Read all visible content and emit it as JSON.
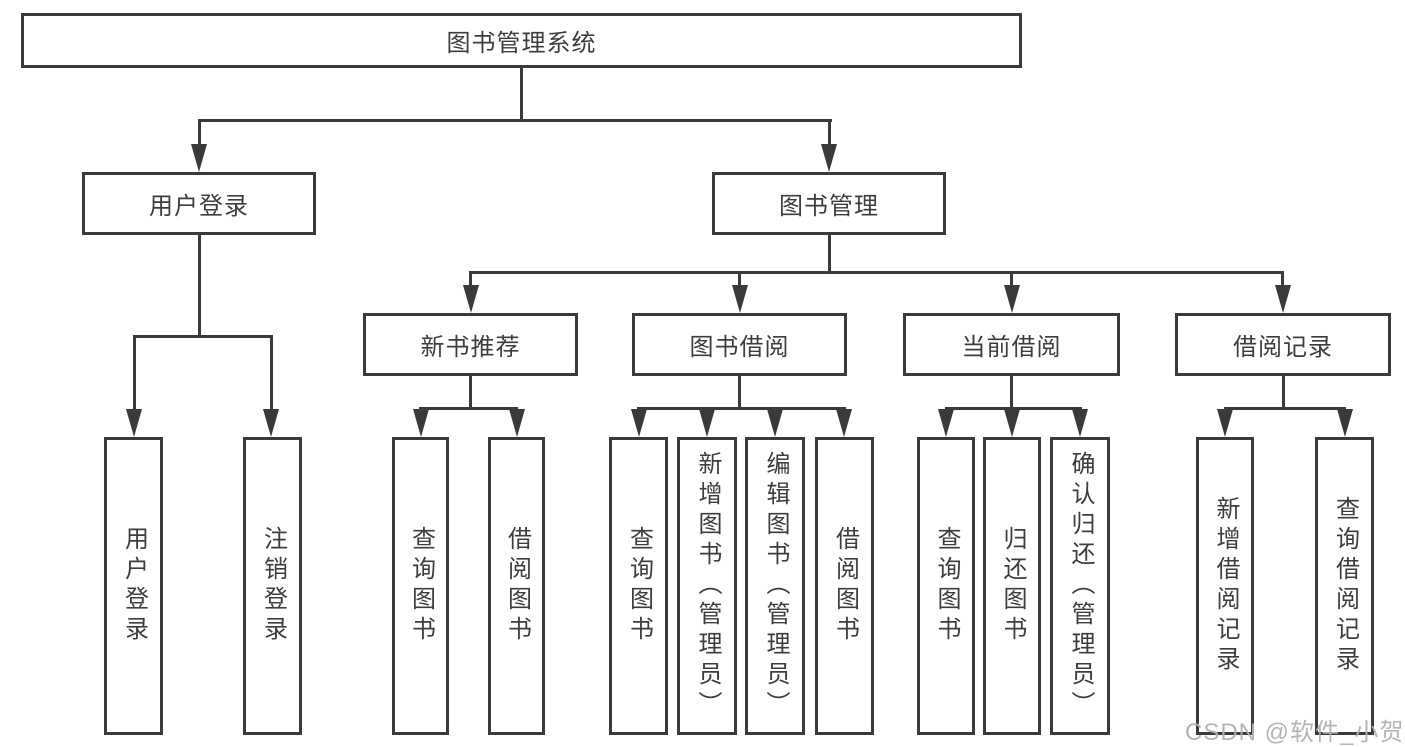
{
  "tree": {
    "label": "图书管理系统",
    "children": [
      {
        "label": "用户登录",
        "children": [
          {
            "label": "用户登录"
          },
          {
            "label": "注销登录"
          }
        ]
      },
      {
        "label": "图书管理",
        "children": [
          {
            "label": "新书推荐",
            "children": [
              {
                "label": "查询图书"
              },
              {
                "label": "借阅图书"
              }
            ]
          },
          {
            "label": "图书借阅",
            "children": [
              {
                "label": "查询图书"
              },
              {
                "label": "新增图书（管理员）"
              },
              {
                "label": "编辑图书（管理员）"
              },
              {
                "label": "借阅图书"
              }
            ]
          },
          {
            "label": "当前借阅",
            "children": [
              {
                "label": "查询图书"
              },
              {
                "label": "归还图书"
              },
              {
                "label": "确认归还（管理员）"
              }
            ]
          },
          {
            "label": "借阅记录",
            "children": [
              {
                "label": "新增借阅记录"
              },
              {
                "label": "查询借阅记录"
              }
            ]
          }
        ]
      }
    ]
  },
  "watermark": {
    "text": "CSDN @软件_小贺同学"
  },
  "colors": {
    "line": "#3a3a3a",
    "box_border": "#3a3a3a",
    "text": "#3d3d3d",
    "watermark": "#b1b1b1",
    "background": "#ffffff"
  }
}
